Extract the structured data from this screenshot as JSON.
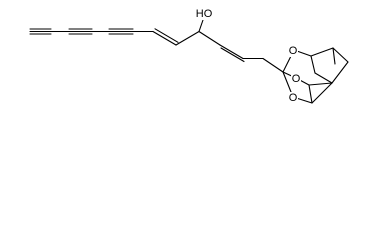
{
  "molecule": {
    "atoms": {
      "oh": "HO",
      "o_top": "O",
      "o_mid": "O",
      "o_bottom": "O"
    }
  },
  "colors": {
    "bond": "#000000",
    "background": "#ffffff"
  }
}
